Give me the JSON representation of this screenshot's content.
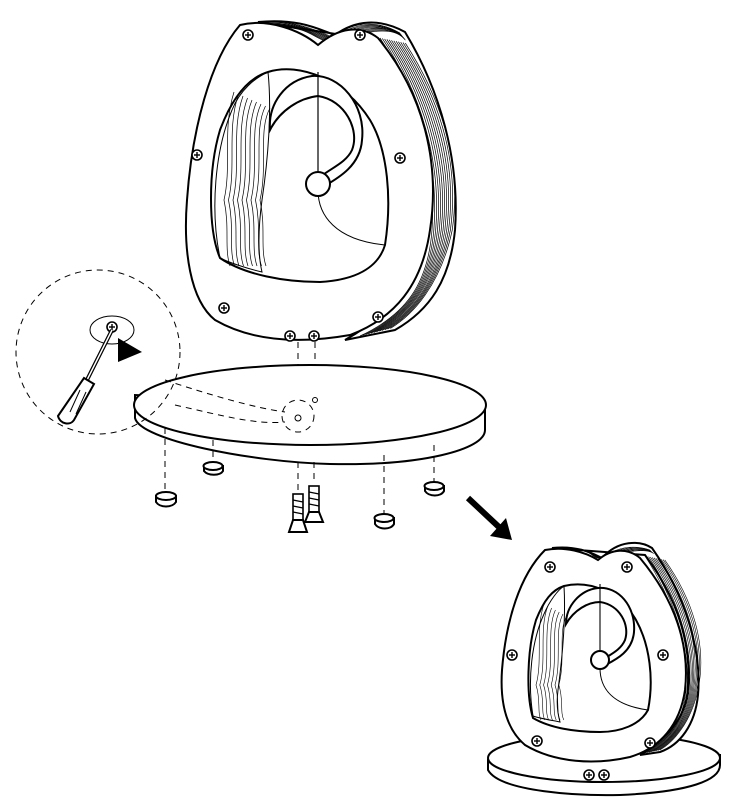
{
  "diagram": {
    "steps": [
      {
        "name": "exploded-assembly"
      },
      {
        "name": "assembled-result"
      }
    ],
    "parts": [
      {
        "name": "frame"
      },
      {
        "name": "base-plate"
      },
      {
        "name": "screw"
      },
      {
        "name": "foot-pad"
      },
      {
        "name": "screwdriver"
      }
    ],
    "colors": {
      "ink": "#000000",
      "paper": "#ffffff"
    }
  }
}
